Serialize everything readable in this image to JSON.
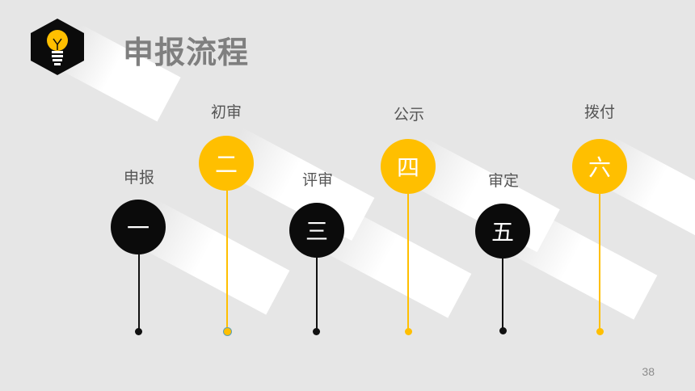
{
  "header": {
    "title": "申报流程",
    "icon": "lightbulb-icon"
  },
  "steps": [
    {
      "label": "申报",
      "numeral": "一",
      "color": "black"
    },
    {
      "label": "初审",
      "numeral": "二",
      "color": "yellow"
    },
    {
      "label": "评审",
      "numeral": "三",
      "color": "black"
    },
    {
      "label": "公示",
      "numeral": "四",
      "color": "yellow"
    },
    {
      "label": "审定",
      "numeral": "五",
      "color": "black"
    },
    {
      "label": "拨付",
      "numeral": "六",
      "color": "yellow"
    }
  ],
  "colors": {
    "black": "#0b0b0b",
    "yellow": "#ffbf00",
    "background": "#e6e6e6",
    "title": "#7f7f7f"
  },
  "footer": {
    "page_number": "38"
  }
}
